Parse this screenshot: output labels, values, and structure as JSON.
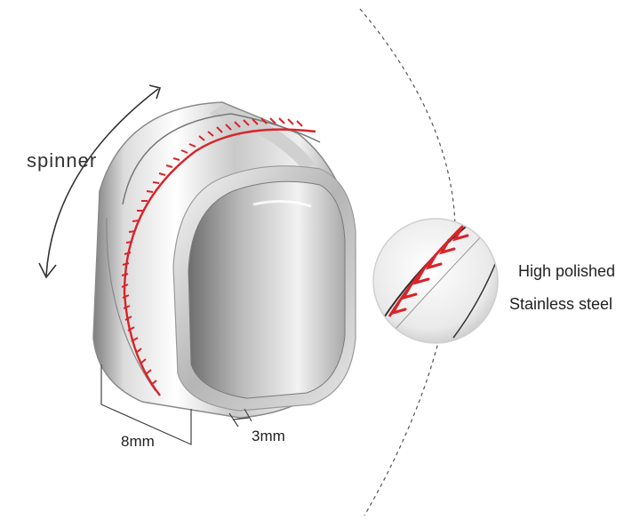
{
  "labels": {
    "spinner": "spinner",
    "width": "8mm",
    "thickness": "3mm",
    "finish_line1": "High polished",
    "finish_line2": "Stainless steel"
  },
  "colors": {
    "background": "#ffffff",
    "stitch": "#d8242a",
    "steel_light": "#f4f4f4",
    "steel_dark": "#8f8f8f",
    "text": "#222222"
  },
  "icons": [
    "curved-arrow-icon",
    "dashed-arc"
  ]
}
